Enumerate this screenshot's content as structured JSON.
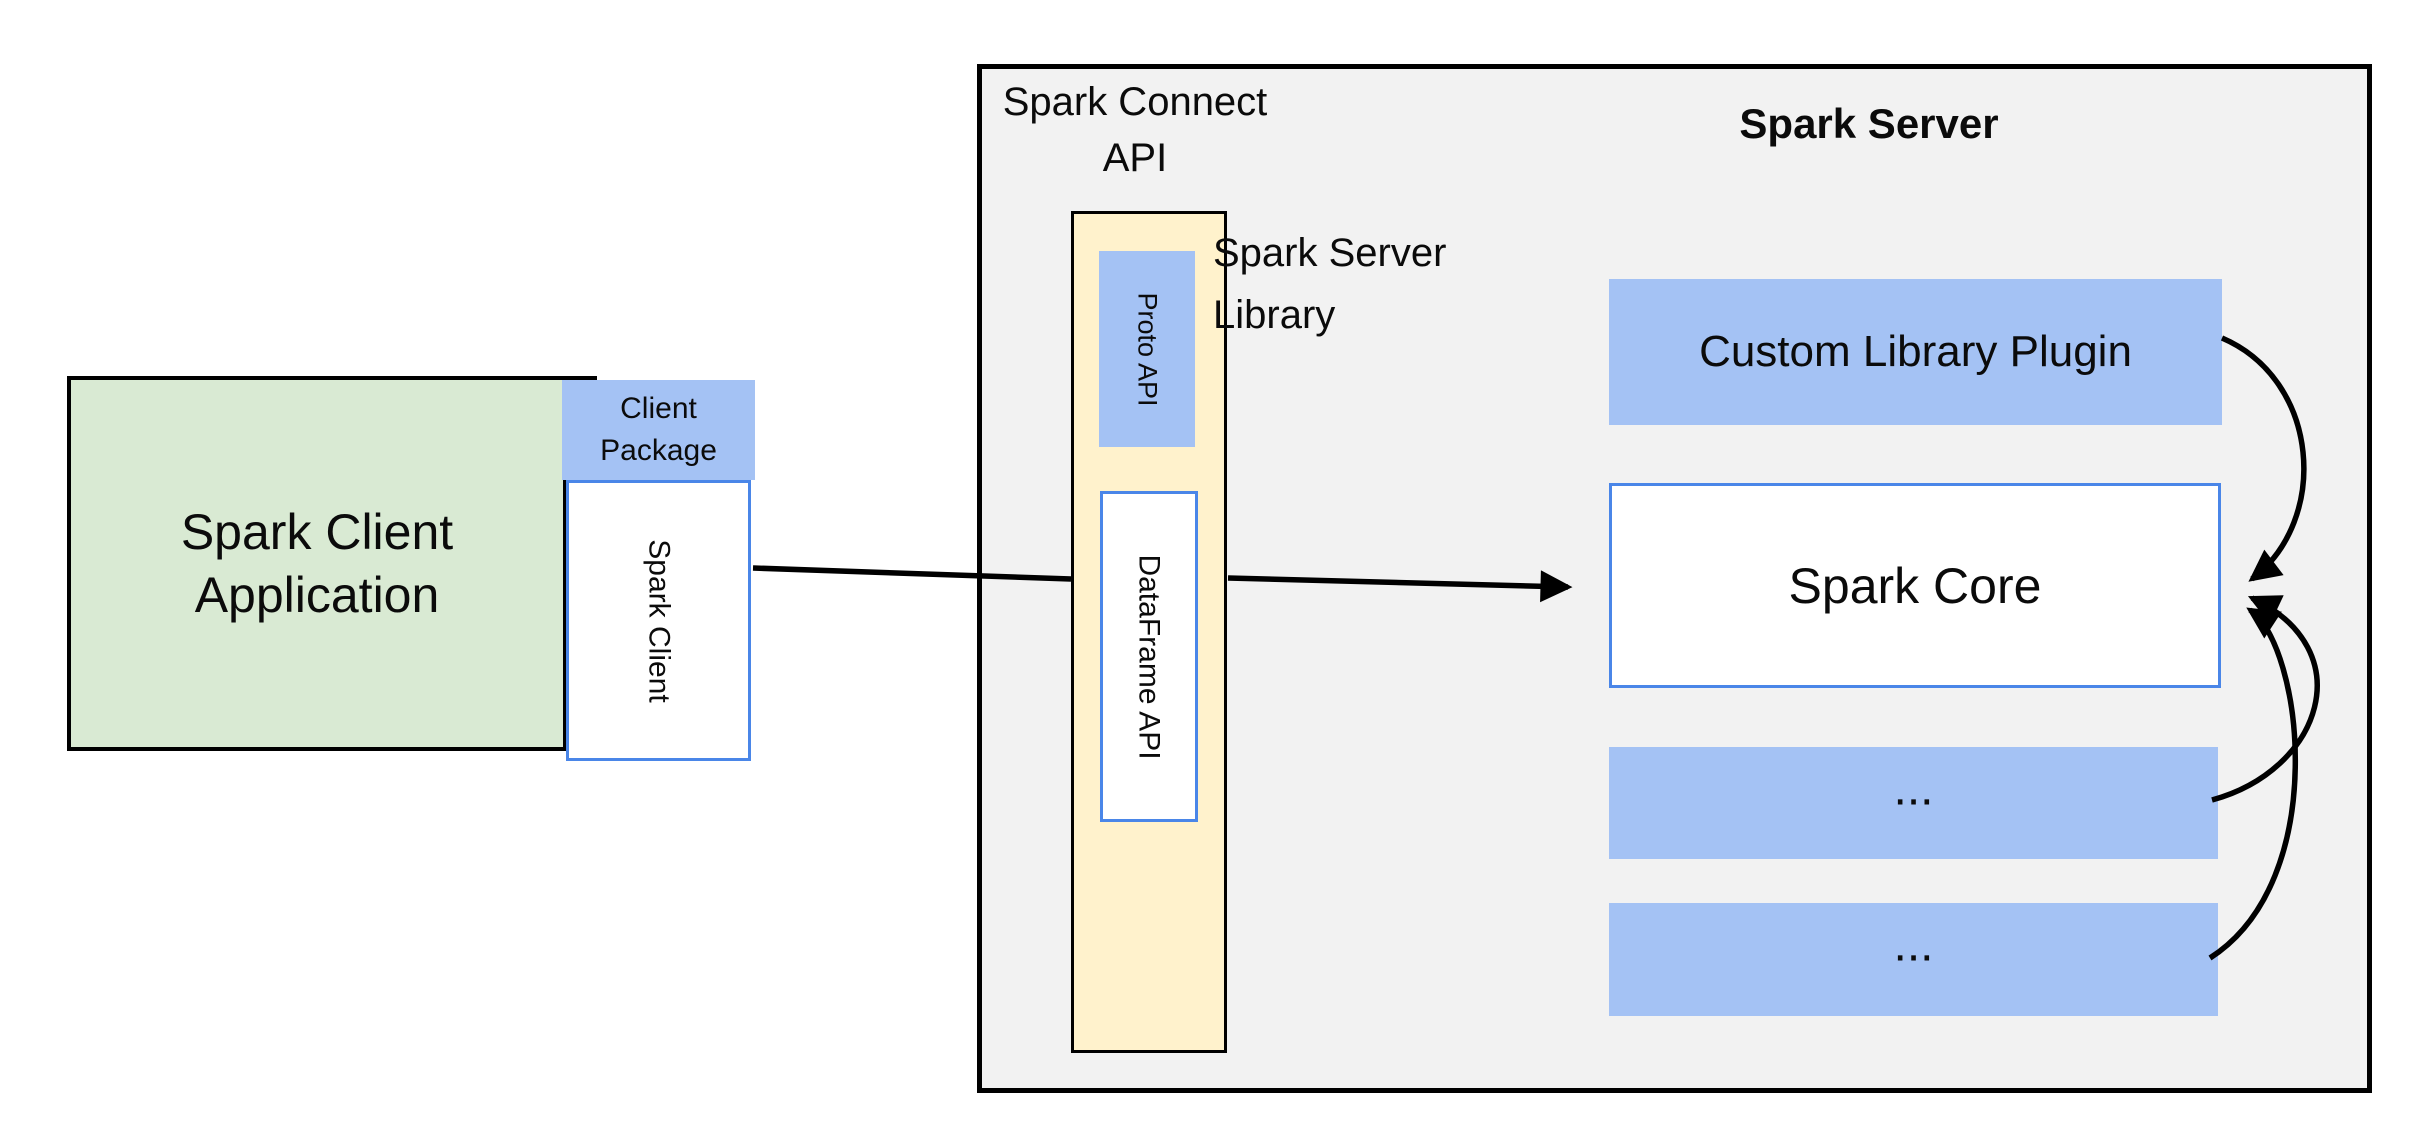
{
  "client": {
    "application_label": "Spark Client Application",
    "package_label": "Client Package",
    "spark_client_label": "Spark Client"
  },
  "spark_connect": {
    "api_label": "Spark Connect API",
    "server_library_label": "Spark Server Library",
    "proto_api_label": "Proto API",
    "dataframe_api_label": "DataFrame API"
  },
  "spark_server": {
    "title": "Spark Server",
    "custom_library_plugin_label": "Custom Library Plugin",
    "spark_core_label": "Spark Core",
    "plugin_slot_1_label": "...",
    "plugin_slot_2_label": "..."
  },
  "colors": {
    "client_app_fill": "#d9ead3",
    "blue_block_fill": "#a4c2f4",
    "server_library_fill": "#fff2cc",
    "server_panel_fill": "#f2f2f2",
    "blue_border": "#4a86e8",
    "outline_black": "#000000",
    "white_fill": "#ffffff"
  }
}
